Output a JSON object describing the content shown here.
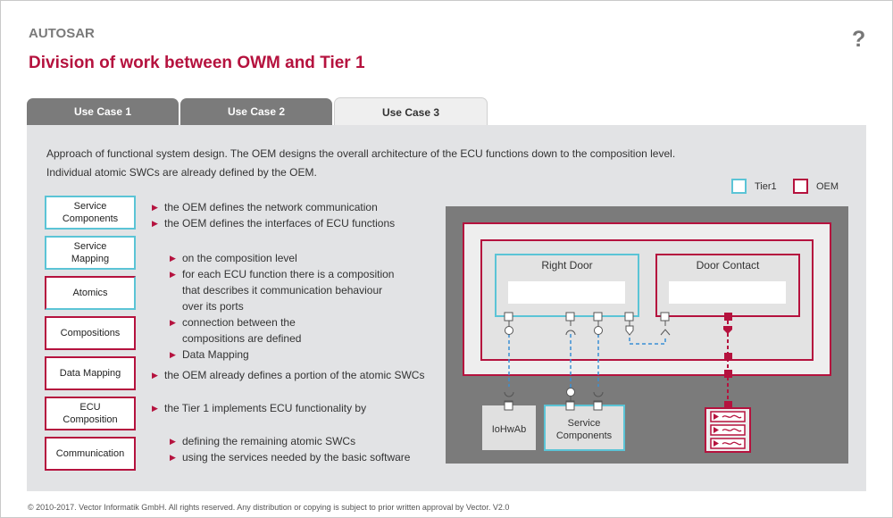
{
  "header": {
    "app_title": "AUTOSAR",
    "page_title": "Division of work between OWM and Tier 1",
    "help_label": "?"
  },
  "tabs": [
    {
      "label": "Use Case 1",
      "active": false
    },
    {
      "label": "Use Case 2",
      "active": false
    },
    {
      "label": "Use Case 3",
      "active": true
    }
  ],
  "intro": {
    "line1": "Approach of functional system design. The OEM designs the overall architecture of the ECU functions down to the composition level.",
    "line2": "Individual atomic SWCs are already defined by the OEM."
  },
  "legend": {
    "tier1": "Tier1",
    "oem": "OEM",
    "tier1_color": "#5bc4d6",
    "oem_color": "#b5123e"
  },
  "left_boxes": [
    {
      "label": "Service\nComponents",
      "owner": "tier1"
    },
    {
      "label": "Service\nMapping",
      "owner": "tier1"
    },
    {
      "label": "Atomics",
      "owner": "split"
    },
    {
      "label": "Compositions",
      "owner": "oem"
    },
    {
      "label": "Data Mapping",
      "owner": "oem"
    },
    {
      "label": "ECU\nComposition",
      "owner": "oem"
    },
    {
      "label": "Communication",
      "owner": "oem"
    }
  ],
  "bullets": {
    "b1": "the OEM defines the network communication",
    "b2": "the OEM defines the interfaces of ECU functions",
    "s1": "on the composition level",
    "s2_l1": "for each ECU function there is a composition",
    "s2_l2": "that describes it communication behaviour",
    "s2_l3": "over its ports",
    "s3_l1": "connection between the",
    "s3_l2": "compositions are defined",
    "s4": "Data Mapping",
    "b3": "the OEM already defines a portion of the atomic SWCs",
    "b4": "the Tier 1 implements ECU functionality by",
    "s5": "defining the remaining atomic SWCs",
    "s6": "using the services needed by the basic software"
  },
  "diagram": {
    "right_door": "Right Door",
    "door_contact": "Door Contact",
    "iohwab": "IoHwAb",
    "service_components": "Service\nComponents"
  },
  "footer": "© 2010-2017. Vector Informatik GmbH. All rights reserved. Any distribution or copying is subject to prior written approval by Vector. V2.0"
}
